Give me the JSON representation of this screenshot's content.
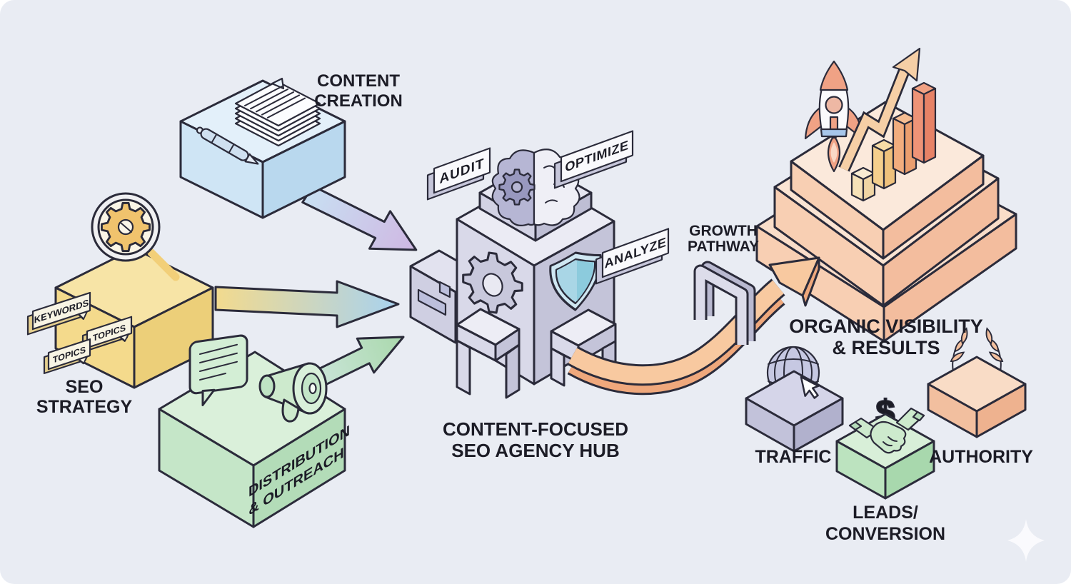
{
  "canvas": {
    "background": "#e9ecf3",
    "frame": "#ffffff",
    "outline": "#2b2b3a",
    "text_color": "#1c1c26"
  },
  "labels": {
    "seo_strategy": [
      "SEO",
      "STRATEGY"
    ],
    "content_creation": [
      "CONTENT",
      "CREATION"
    ],
    "distribution": [
      "DISTRIBUTION",
      "& OUTREACH"
    ],
    "hub": [
      "CONTENT-FOCUSED",
      "SEO AGENCY HUB"
    ],
    "growth_pathway": [
      "GROWTH",
      "PATHWAY"
    ],
    "results": [
      "ORGANIC VISIBILITY",
      "& RESULTS"
    ],
    "traffic": "TRAFFIC",
    "leads": [
      "LEADS/",
      "CONVERSION"
    ],
    "authority": "AUTHORITY",
    "leads_symbol": "$"
  },
  "hub_signs": [
    "AUDIT",
    "OPTIMIZE",
    "ANALYZE"
  ],
  "strategy_tags": [
    "KEYWORDS",
    "TOPICS",
    "TOPICS"
  ],
  "palette": {
    "strategy_top": "#f7e4a6",
    "strategy_left": "#f4da8c",
    "strategy_right": "#eccf79",
    "content_top": "#e3f0fa",
    "content_left": "#cfe5f5",
    "content_right": "#b9d8ee",
    "distribution_top": "#daf0da",
    "distribution_left": "#c5e6c8",
    "distribution_right": "#b3dcb8",
    "hub_top": "#ebebf4",
    "hub_left": "#d9d9e9",
    "hub_right": "#c4c4d9",
    "pipe": "#f8c9a0",
    "pipe_side": "#efa87c",
    "pyramid_top": "#fae4d3",
    "pyramid_left": "#f8cfb3",
    "pyramid_right": "#f3bd9e",
    "traffic_tile": "#d5d5e9",
    "leads_tile": "#d8efd8",
    "authority_tile": "#f9dcc6",
    "arrow_content_gradient": [
      "#c8dff2",
      "#cfb9e3"
    ],
    "arrow_strategy_gradient": [
      "#f2da8e",
      "#a9d2ee"
    ],
    "arrow_distribution_gradient": [
      "#d2e8e4",
      "#a9d8ab"
    ],
    "bar_colors": [
      "#f8ecd2",
      "#f7d996",
      "#f3b286",
      "#ee9478"
    ]
  },
  "icons": {
    "seo_strategy": "magnifier-gear-icon",
    "content_creation": [
      "document-stack-icon",
      "pen-icon"
    ],
    "distribution": [
      "speech-bubble-icon",
      "megaphone-icon"
    ],
    "hub": [
      "brain-gear-icon",
      "gear-icon",
      "shield-icon",
      "door-arch-icon"
    ],
    "growth_pathway": [
      "pipe-arrow-icon",
      "gate-arch-icon"
    ],
    "results": [
      "rocket-icon",
      "bar-chart-icon",
      "growth-arrow-icon"
    ],
    "traffic": "globe-cursor-icon",
    "leads": [
      "handshake-icon",
      "dollar-icon"
    ],
    "authority": "laurel-wreath-icon",
    "decoration": "sparkle-icon"
  }
}
